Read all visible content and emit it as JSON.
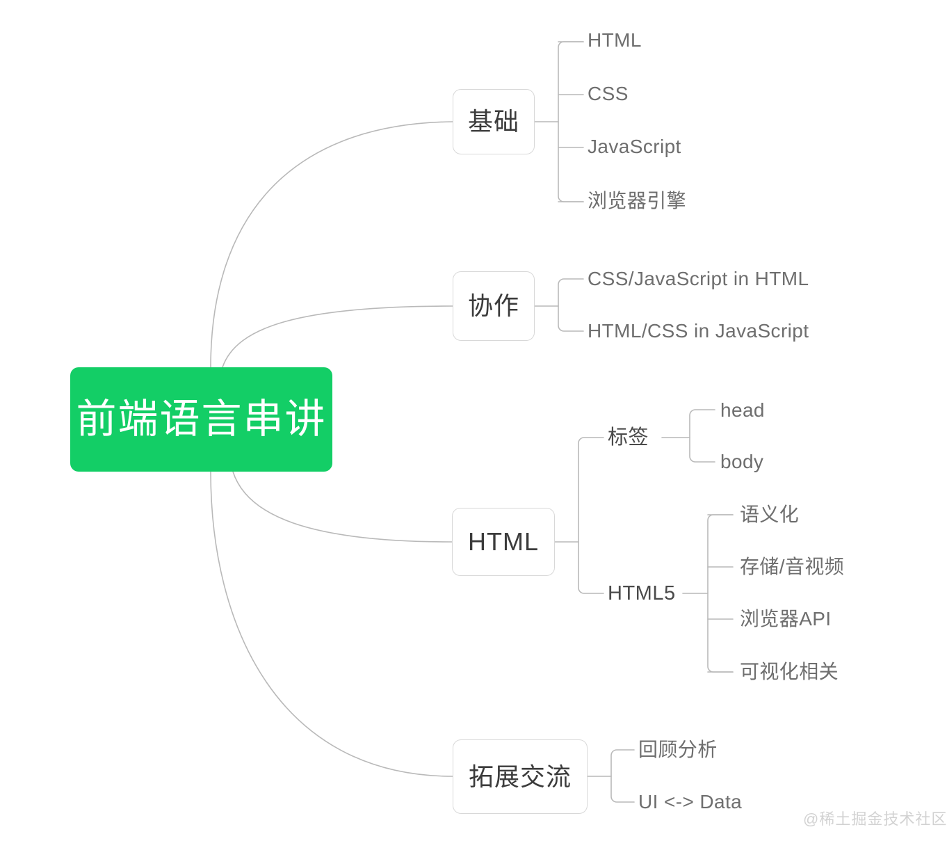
{
  "diagram": {
    "type": "mind-map",
    "background_color": "#ffffff",
    "accent_color": "#13ce66",
    "line_color": "#b9b9b9",
    "root": {
      "label": "前端语言串讲"
    },
    "branches": [
      {
        "label": "基础",
        "children": [
          {
            "label": "HTML"
          },
          {
            "label": "CSS"
          },
          {
            "label": "JavaScript"
          },
          {
            "label": "浏览器引擎"
          }
        ]
      },
      {
        "label": "协作",
        "children": [
          {
            "label": "CSS/JavaScript in HTML"
          },
          {
            "label": "HTML/CSS in JavaScript"
          }
        ]
      },
      {
        "label": "HTML",
        "children": [
          {
            "label": "标签",
            "children": [
              {
                "label": "head"
              },
              {
                "label": "body"
              }
            ]
          },
          {
            "label": "HTML5",
            "children": [
              {
                "label": "语义化"
              },
              {
                "label": "存储/音视频"
              },
              {
                "label": "浏览器API"
              },
              {
                "label": "可视化相关"
              }
            ]
          }
        ]
      },
      {
        "label": "拓展交流",
        "children": [
          {
            "label": "回顾分析"
          },
          {
            "label": "UI <-> Data"
          }
        ]
      }
    ]
  },
  "watermark": {
    "text": "@稀土掘金技术社区"
  }
}
